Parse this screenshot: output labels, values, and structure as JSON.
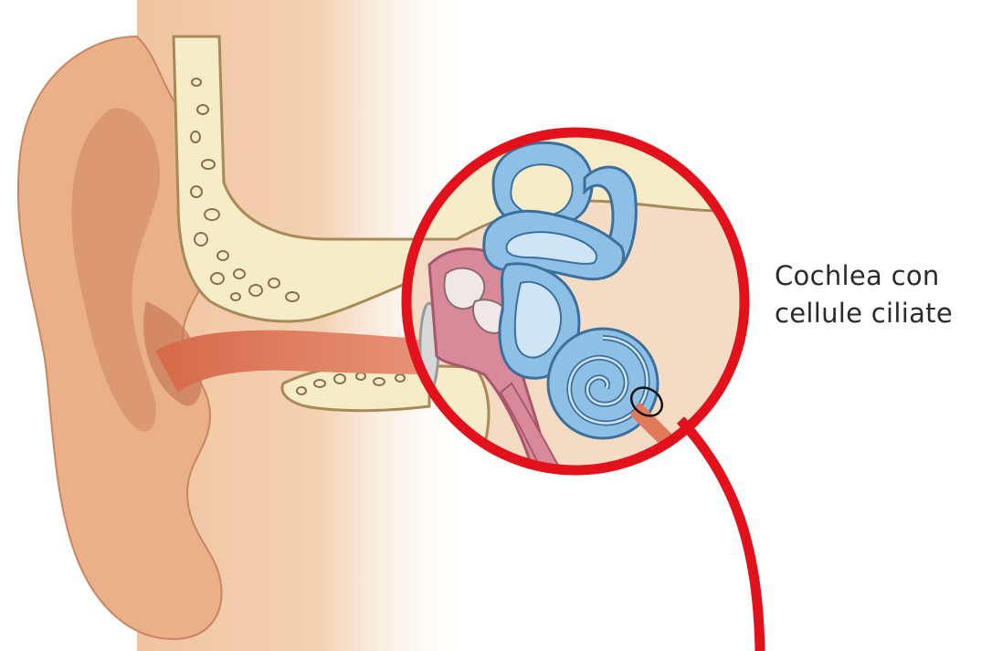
{
  "label": {
    "line1": "Cochlea con",
    "line2": "cellule ciliate"
  },
  "colors": {
    "skin": "#f2c8a3",
    "skin_shadow": "#d99a72",
    "bone": "#f6ecc8",
    "ear_canal": "#e0785a",
    "middle_ear": "#d98a9a",
    "inner_ear": "#8ec0e6",
    "inner_ear_light": "#cfe4f5",
    "callout": "#e3111b"
  },
  "icons": {
    "ear": "ear-anatomy-illustration",
    "magnifier": "magnifier-circle"
  }
}
